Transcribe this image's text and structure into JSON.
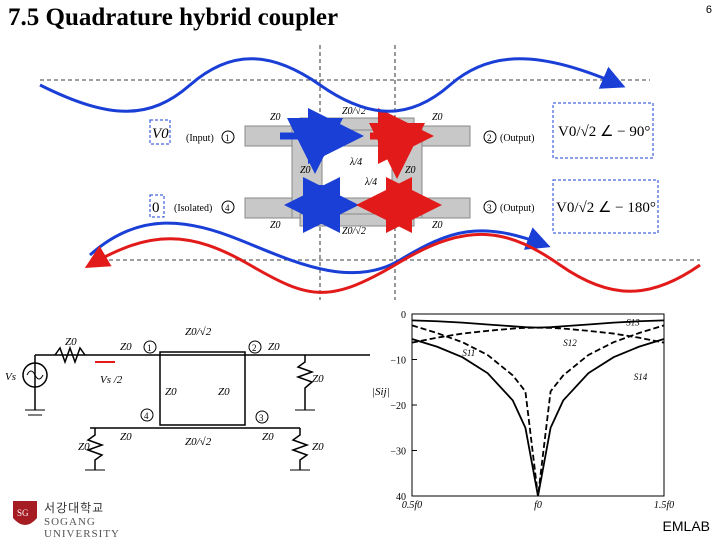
{
  "title": "7.5 Quadrature hybrid coupler",
  "page_number": "6",
  "footer": "EMLAB",
  "logo": {
    "korean": "서강대학교",
    "english": "SOGANG UNIVERSITY"
  },
  "colors": {
    "blue": "#1a3fd6",
    "red": "#e21a1a",
    "coupler_fill": "#c8c8c8"
  },
  "coupler": {
    "source_label": "V0",
    "zero_label": "0",
    "port1": "(Input)",
    "port2": "(Output)",
    "port3": "(Output)",
    "port4": "(Isolated)",
    "port1_num": "1",
    "port2_num": "2",
    "port3_num": "3",
    "port4_num": "4",
    "z0": "Z0",
    "z0_sqrt2": "Z0/√2",
    "lambda4": "λ/4",
    "out_top": "V0/√2 ∠ − 90°",
    "out_bottom": "V0/√2 ∠ − 180°"
  },
  "circuit": {
    "vs": "Vs",
    "vs_half": "Vs /2",
    "z0": "Z0",
    "z0_sqrt2": "Z0/√2",
    "nodes": [
      "1",
      "2",
      "3",
      "4"
    ]
  },
  "chart_data": {
    "type": "line",
    "ylabel": "|Sij|",
    "ylim": [
      -40,
      0
    ],
    "yticks": [
      "0",
      "−10",
      "−20",
      "−30",
      "40"
    ],
    "xticks": [
      "0.5f0",
      "f0",
      "1.5f0"
    ],
    "x": [
      0.5,
      0.6,
      0.7,
      0.8,
      0.9,
      0.95,
      1.0,
      1.05,
      1.1,
      1.2,
      1.3,
      1.4,
      1.5
    ],
    "series": [
      {
        "name": "S13",
        "values": [
          -6.3,
          -5.2,
          -4.3,
          -3.7,
          -3.2,
          -3.05,
          -3.0,
          -3.05,
          -3.2,
          -3.7,
          -4.3,
          -5.2,
          -6.3
        ]
      },
      {
        "name": "S12",
        "values": [
          -1.4,
          -1.6,
          -1.9,
          -2.3,
          -2.7,
          -2.9,
          -3.0,
          -2.9,
          -2.7,
          -2.3,
          -1.9,
          -1.6,
          -1.4
        ]
      },
      {
        "name": "S11",
        "values": [
          -5.5,
          -7.2,
          -9.5,
          -13.0,
          -19.0,
          -25.0,
          -40.0,
          -25.0,
          -19.0,
          -13.0,
          -9.5,
          -7.2,
          -5.5
        ]
      },
      {
        "name": "S14",
        "values": [
          -2.5,
          -4.2,
          -6.2,
          -9.0,
          -13.5,
          -17.0,
          -40.0,
          -17.0,
          -13.5,
          -9.0,
          -6.2,
          -4.2,
          -2.5
        ]
      }
    ]
  }
}
